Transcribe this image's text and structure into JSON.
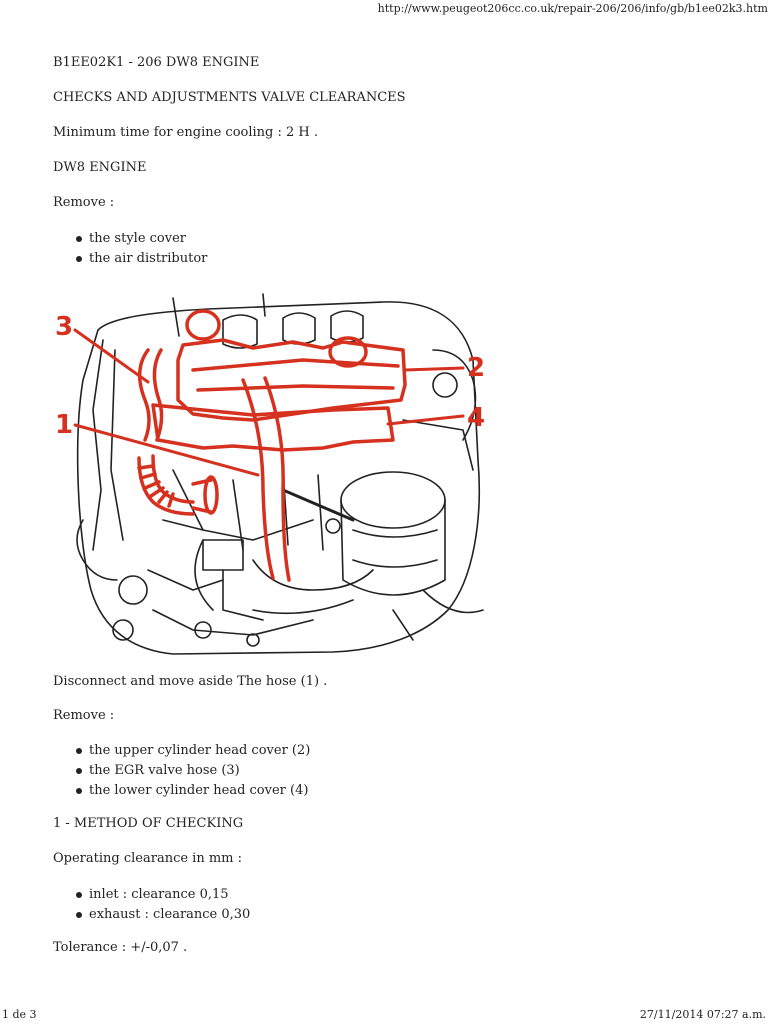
{
  "header": {
    "url": "http://www.peugeot206cc.co.uk/repair-206/206/info/gb/b1ee02k3.htm"
  },
  "doc": {
    "code_title": "B1EE02K1 - 206 DW8 ENGINE",
    "section_title": "CHECKS AND ADJUSTMENTS VALVE CLEARANCES",
    "cooling_time": "Minimum time for engine cooling : 2 H .",
    "engine_heading": "DW8 ENGINE",
    "remove_label_1": "Remove :",
    "remove_list_1": [
      "the style cover",
      "the air distributor"
    ],
    "disconnect_text": "Disconnect and move aside The hose (1) .",
    "remove_label_2": "Remove :",
    "remove_list_2": [
      "the upper cylinder head cover (2)",
      "the EGR valve hose (3)",
      "the lower cylinder head cover (4)"
    ],
    "method_heading": "1 - METHOD OF CHECKING",
    "operating_label": "Operating clearance in mm :",
    "clearance_list": [
      "inlet : clearance 0,15",
      "exhaust : clearance 0,30"
    ],
    "tolerance": "Tolerance : +/-0,07 ."
  },
  "figure": {
    "callouts": {
      "c1": "1",
      "c2": "2",
      "c3": "3",
      "c4": "4"
    },
    "highlight_color": "#d6301f",
    "line_color": "#222222"
  },
  "footer": {
    "page": "1 de 3",
    "datetime": "27/11/2014 07:27 a.m."
  }
}
